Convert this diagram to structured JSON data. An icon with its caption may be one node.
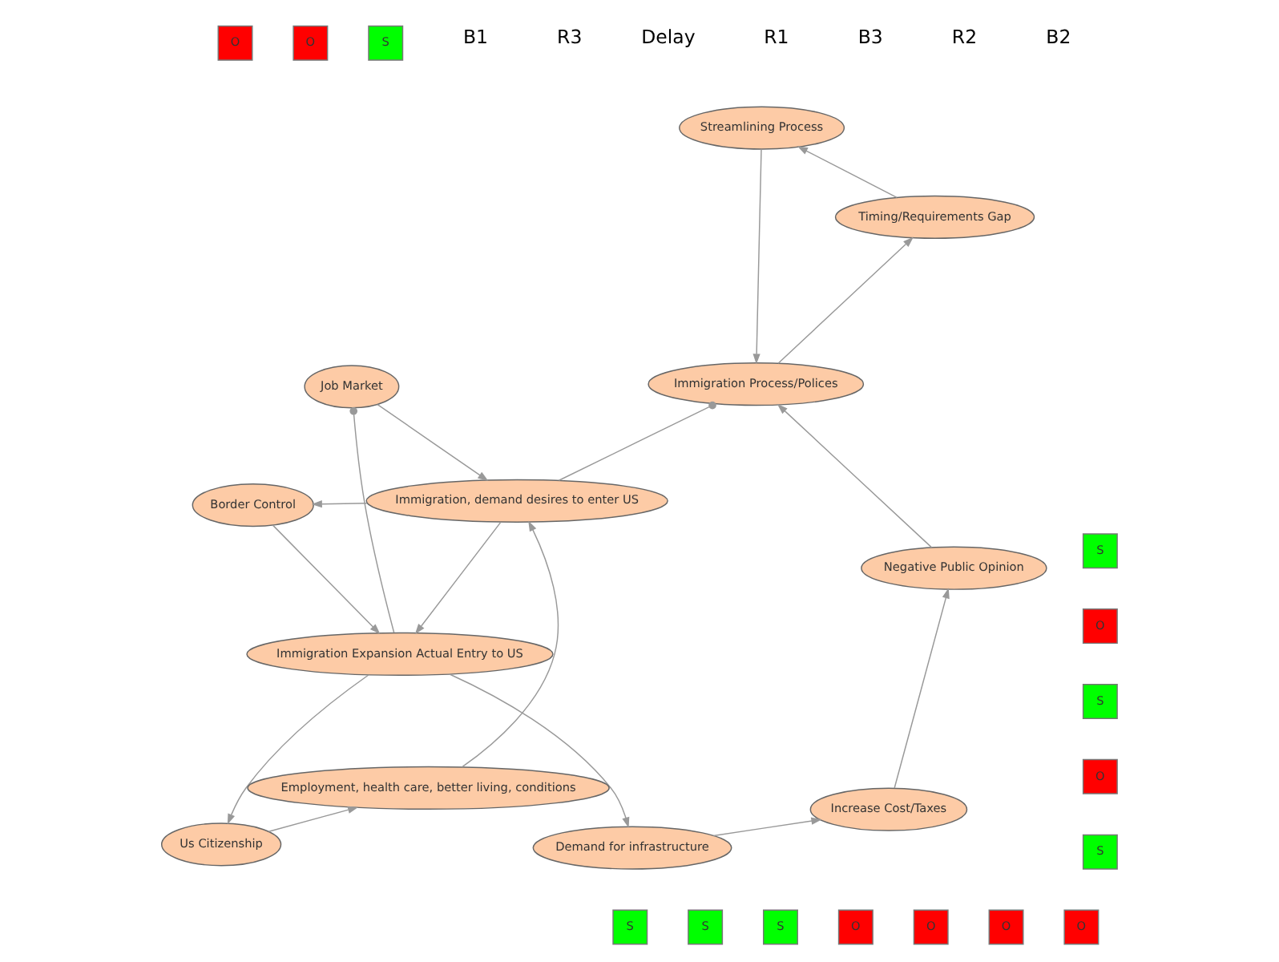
{
  "diagram": {
    "nodes": [
      {
        "text": [
          "Demand for infrastructure"
        ]
      },
      {
        "text": [
          "Increase Cost/Taxes"
        ]
      },
      {
        "text": [
          "Negative Public Opinion"
        ]
      },
      {
        "text": [
          "Streamlining Process"
        ]
      },
      {
        "text": [
          "Immigration Process/Polices"
        ]
      },
      {
        "text": [
          "Immigration Expansion Actual Entry to US"
        ]
      },
      {
        "text": [
          "Border Control"
        ]
      },
      {
        "text": [
          "Timing/Requirements Gap"
        ]
      },
      {
        "text": [
          "Immigration, demand desires to enter US"
        ]
      },
      {
        "text": [
          "Us Citizenship"
        ]
      },
      {
        "text": [
          "Employment, health care, better living, conditions"
        ]
      },
      {
        "text": [
          "Job Market"
        ]
      },
      {
        "text": [
          "S"
        ]
      },
      {
        "text": [
          "O"
        ]
      },
      {
        "text": [
          "O"
        ]
      },
      {
        "text": [
          "S"
        ]
      },
      {
        "text": [
          "S"
        ]
      },
      {
        "text": [
          "S"
        ]
      },
      {
        "text": [
          "O"
        ]
      },
      {
        "text": [
          "O"
        ]
      },
      {
        "text": [
          "O"
        ]
      },
      {
        "text": [
          "O"
        ]
      },
      {
        "text": [
          "S"
        ]
      },
      {
        "text": [
          "O"
        ]
      },
      {
        "text": [
          "S"
        ]
      },
      {
        "text": [
          "O"
        ]
      },
      {
        "text": [
          "S"
        ]
      }
    ],
    "edges": [
      {
        "from": 0,
        "to": 1,
        "arrow": "to"
      },
      {
        "from": 1,
        "to": 2,
        "arrow": "to"
      },
      {
        "from": 2,
        "to": 4,
        "arrow": "to"
      },
      {
        "from": 3,
        "to": 4,
        "arrow": "to"
      },
      {
        "from": 4,
        "to": 7,
        "arrow": "to"
      },
      {
        "from": 7,
        "to": 3,
        "arrow": "to"
      },
      {
        "from": 5,
        "to": 0,
        "arrow": "to"
      },
      {
        "from": 6,
        "to": 5,
        "arrow": "to"
      },
      {
        "from": 8,
        "to": 5,
        "arrow": "to"
      },
      {
        "from": 8,
        "to": 6,
        "arrow": "to"
      },
      {
        "from": 4,
        "to": 8,
        "arrow": "other"
      },
      {
        "from": 5,
        "to": 9,
        "arrow": "to"
      },
      {
        "from": 11,
        "to": 5,
        "arrow": "other"
      },
      {
        "from": 9,
        "to": 10,
        "arrow": "to"
      },
      {
        "from": 10,
        "to": 8,
        "arrow": "to"
      },
      {
        "from": 11,
        "to": 8,
        "arrow": "to"
      }
    ],
    "labels": [
      "B2",
      "R2",
      "B3",
      "R1",
      "Delay",
      "R3",
      "B1"
    ]
  }
}
